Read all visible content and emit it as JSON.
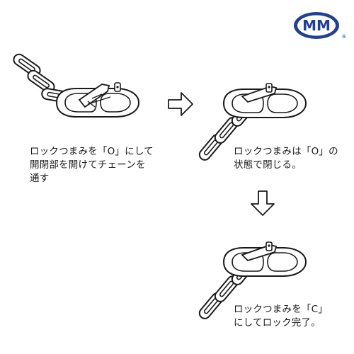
{
  "brand": {
    "logo_text": "MM",
    "registered_mark": "®",
    "logo_color": "#1f3f99"
  },
  "steps": [
    {
      "lines": [
        "ロックつまみを「O」にして",
        "開閉部を開けてチェーンを",
        "通す"
      ]
    },
    {
      "lines": [
        "ロックつまみは「O」の",
        "状態で閉じる。"
      ]
    },
    {
      "lines": [
        "ロックつまみを「C」",
        "にしてロック完了。"
      ]
    }
  ],
  "arrows": [
    "right-arrow",
    "down-arrow"
  ]
}
